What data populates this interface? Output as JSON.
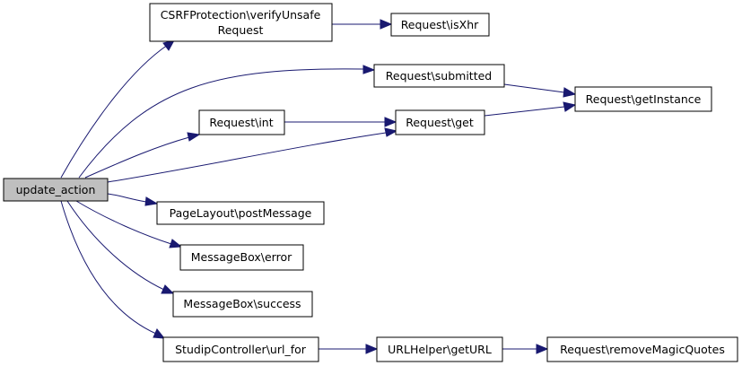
{
  "diagram": {
    "type": "call-graph",
    "nodes": [
      {
        "id": "update_action",
        "lines": [
          "update_action"
        ],
        "highlighted": true
      },
      {
        "id": "csrf_verify",
        "lines": [
          "CSRFProtection\\verifyUnsafe",
          "Request"
        ]
      },
      {
        "id": "req_isxhr",
        "lines": [
          "Request\\isXhr"
        ]
      },
      {
        "id": "req_submitted",
        "lines": [
          "Request\\submitted"
        ]
      },
      {
        "id": "req_getinstance",
        "lines": [
          "Request\\getInstance"
        ]
      },
      {
        "id": "req_int",
        "lines": [
          "Request\\int"
        ]
      },
      {
        "id": "req_get",
        "lines": [
          "Request\\get"
        ]
      },
      {
        "id": "pagelayout_post",
        "lines": [
          "PageLayout\\postMessage"
        ]
      },
      {
        "id": "msgbox_error",
        "lines": [
          "MessageBox\\error"
        ]
      },
      {
        "id": "msgbox_success",
        "lines": [
          "MessageBox\\success"
        ]
      },
      {
        "id": "studip_url_for",
        "lines": [
          "StudipController\\url_for"
        ]
      },
      {
        "id": "urlhelper_geturl",
        "lines": [
          "URLHelper\\getURL"
        ]
      },
      {
        "id": "req_remove_magic",
        "lines": [
          "Request\\removeMagicQuotes"
        ]
      }
    ],
    "edges": [
      {
        "from": "update_action",
        "to": "csrf_verify"
      },
      {
        "from": "update_action",
        "to": "req_submitted"
      },
      {
        "from": "update_action",
        "to": "req_int"
      },
      {
        "from": "update_action",
        "to": "req_get"
      },
      {
        "from": "update_action",
        "to": "pagelayout_post"
      },
      {
        "from": "update_action",
        "to": "msgbox_error"
      },
      {
        "from": "update_action",
        "to": "msgbox_success"
      },
      {
        "from": "update_action",
        "to": "studip_url_for"
      },
      {
        "from": "csrf_verify",
        "to": "req_isxhr"
      },
      {
        "from": "req_submitted",
        "to": "req_getinstance"
      },
      {
        "from": "req_int",
        "to": "req_get"
      },
      {
        "from": "req_get",
        "to": "req_getinstance"
      },
      {
        "from": "studip_url_for",
        "to": "urlhelper_geturl"
      },
      {
        "from": "urlhelper_geturl",
        "to": "req_remove_magic"
      }
    ]
  }
}
